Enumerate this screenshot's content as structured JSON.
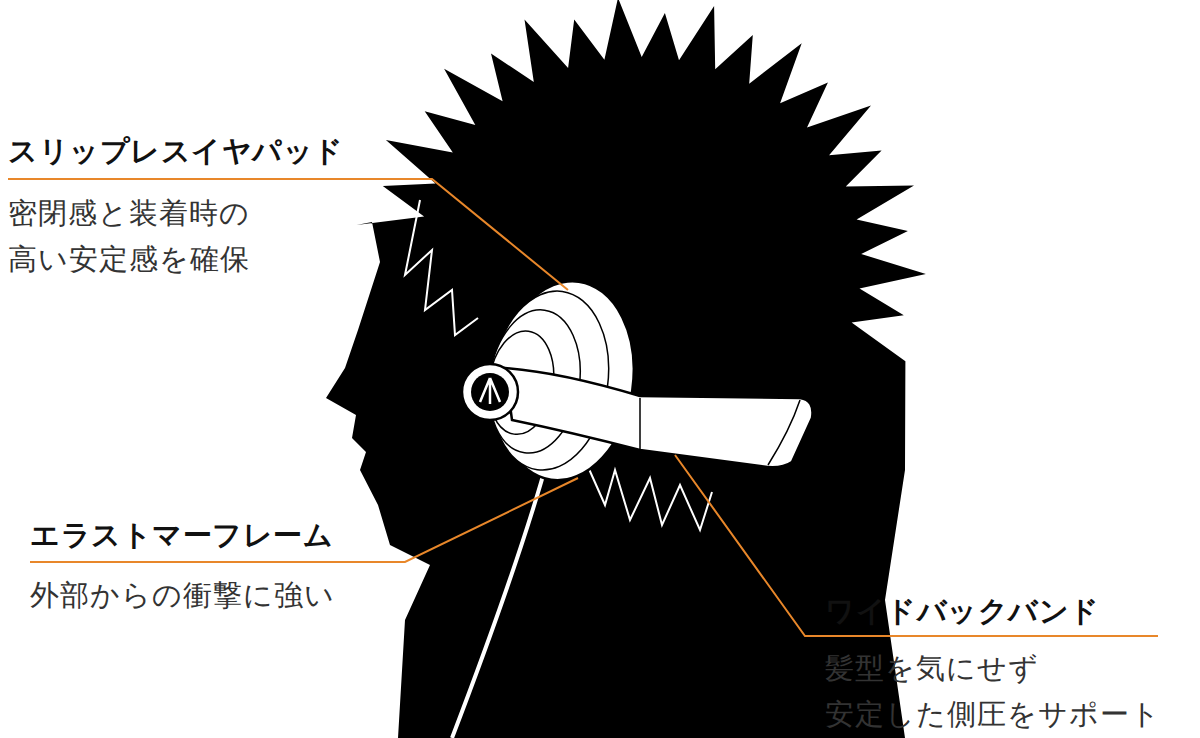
{
  "diagram": {
    "labels": [
      "スリップレスイヤパッド",
      "密閉感と装着時の 高い安定感を確保",
      "エラストマーフレーム",
      "外部からの衝撃に強い",
      "ワイドバックバンド",
      "髪型を気にせず 安定した側圧をサポート"
    ]
  }
}
